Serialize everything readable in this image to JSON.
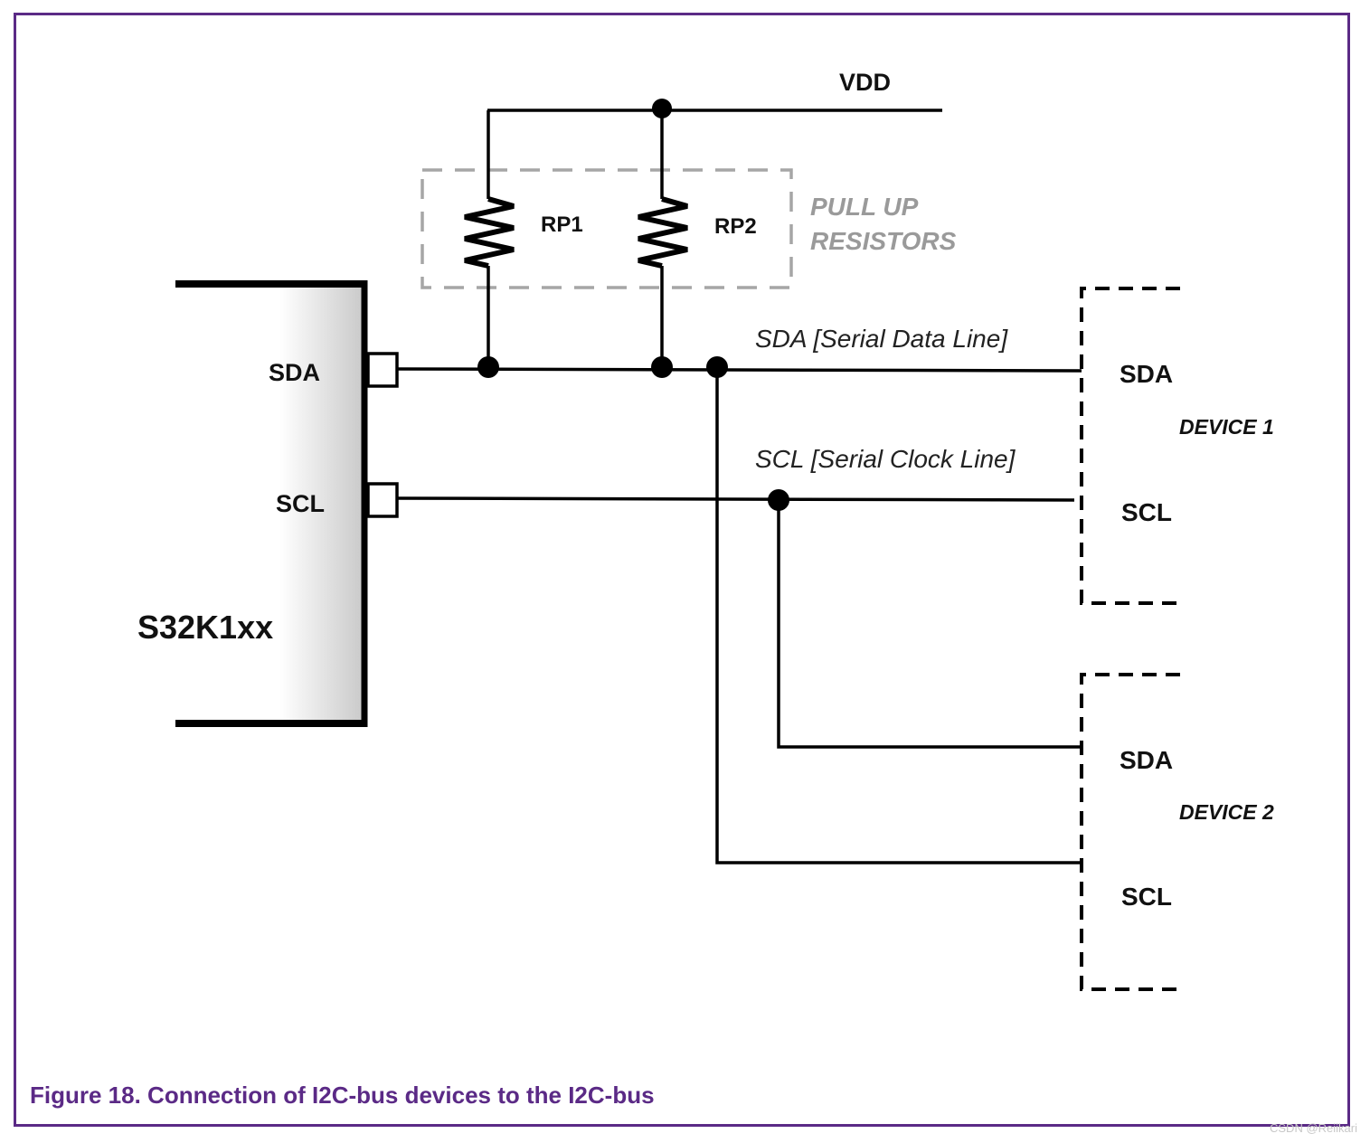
{
  "caption": "Figure 18.  Connection of I2C-bus devices to the I2C-bus",
  "watermark": "CSDN @Reiikari",
  "labels": {
    "vdd": "VDD",
    "rp1": "RP1",
    "rp2": "RP2",
    "pullup_line1": "PULL UP",
    "pullup_line2": "RESISTORS",
    "mcu_sda": "SDA",
    "mcu_scl": "SCL",
    "mcu_name": "S32K1xx",
    "sda_line": "SDA [Serial Data Line]",
    "scl_line": "SCL [Serial Clock Line]",
    "dev1_sda": "SDA",
    "dev1_scl": "SCL",
    "dev1_name": "DEVICE 1",
    "dev2_sda": "SDA",
    "dev2_scl": "SCL",
    "dev2_name": "DEVICE 2"
  },
  "colors": {
    "frame": "#5b2a86",
    "caption": "#5b2a86",
    "wire": "#000000",
    "pullup_box": "#a6a6a6"
  }
}
